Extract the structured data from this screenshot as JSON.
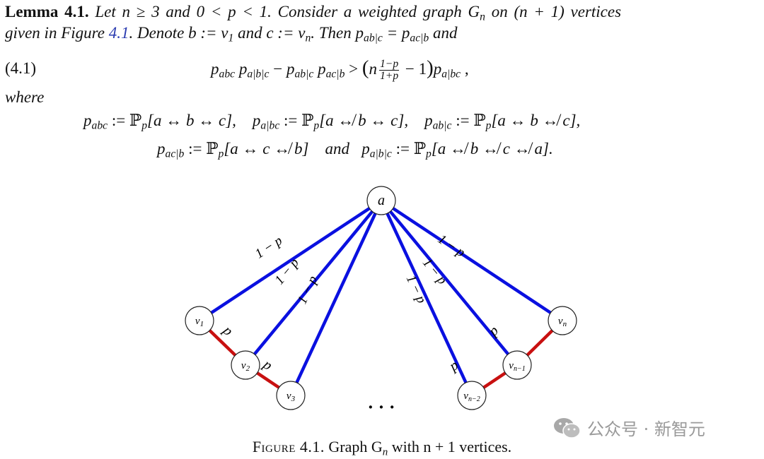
{
  "lemma": {
    "label": "Lemma 4.1.",
    "l1": "Let n ≥ 3 and 0 < p < 1.  Consider a weighted graph G",
    "l1_sub": "n",
    "l1_end": " on (n + 1) vertices",
    "l2_a": "given in Figure ",
    "l2_link": "4.1",
    "l2_b": ". Denote b := v",
    "l2_sub1": "1",
    "l2_c": " and c := v",
    "l2_sub2": "n",
    "l2_d": ". Then p",
    "l2_sub3": "ab|c",
    "l2_e": " = p",
    "l2_sub4": "ac|b",
    "l2_f": " and"
  },
  "equation": {
    "number": "(4.1)",
    "p": "p",
    "s_abc": "abc",
    "s_abc2": "a|b|c",
    "minus": " − ",
    "s_abc3": "ab|c",
    "s_acb": "ac|b",
    "gt": " > ",
    "lp": "(",
    "n": "n",
    "num": "1−p",
    "den": "1+p",
    "minus1": " − 1",
    "rp": ")",
    "s_final": "a|bc",
    "comma": " ,"
  },
  "where": "where",
  "defs": {
    "d1_sub": "abc",
    "d1": " := ℙ",
    "d1_p": "p",
    "d1_rest": "[a ↔ b ↔ c],",
    "d2_sub": "a|bc",
    "d2_rest": "[a ↮ b ↔ c],",
    "d3_sub": "ab|c",
    "d3_rest": "[a ↔ b ↮ c],",
    "d4_sub": "ac|b",
    "d4_rest": "[a ↔ c ↮ b]",
    "and": "and",
    "d5_sub": "a|b|c",
    "d5_rest": "[a ↮ b ↮ c ↮ a]."
  },
  "graph": {
    "edge_color_strong": "#0a10e0",
    "edge_color_weak": "#c81010",
    "apex": "a",
    "nodes": [
      {
        "base": "v",
        "sub": "1"
      },
      {
        "base": "v",
        "sub": "2"
      },
      {
        "base": "v",
        "sub": "3"
      },
      {
        "base": "v",
        "sub": "n−2"
      },
      {
        "base": "v",
        "sub": "n−1"
      },
      {
        "base": "v",
        "sub": "n"
      }
    ],
    "apex_edge_label": "1 − p",
    "chain_edge_label": "p",
    "ellipsis": "· · ·"
  },
  "caption": {
    "prefix": "Figure 4.1.",
    "text": " Graph G",
    "sub": "n",
    "rest": " with n + 1 vertices."
  },
  "watermark": {
    "text": "公众号 · 新智元"
  }
}
